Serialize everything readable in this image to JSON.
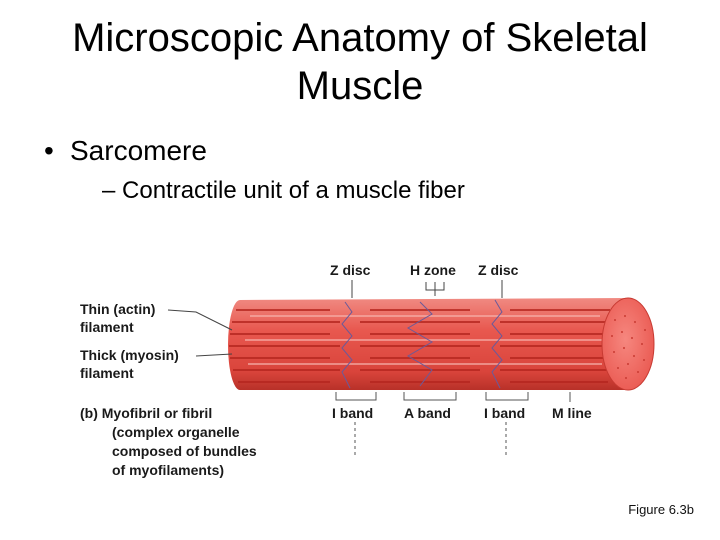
{
  "slide": {
    "title_line1": "Microscopic Anatomy of Skeletal",
    "title_line2": "Muscle",
    "bullet_marker": "•",
    "bullet": "Sarcomere",
    "sub_bullet": "– Contractile unit of a muscle fiber",
    "figure_ref": "Figure 6.3b"
  },
  "diagram": {
    "top_labels": {
      "z_disc_left": "Z disc",
      "h_zone": "H zone",
      "z_disc_right": "Z disc"
    },
    "left_labels": {
      "thin_line1": "Thin (actin)",
      "thin_line2": "filament",
      "thick_line1": "Thick (myosin)",
      "thick_line2": "filament"
    },
    "bottom_labels": {
      "i_band_left": "I band",
      "a_band": "A band",
      "i_band_right": "I band",
      "m_line": "M line"
    },
    "caption": {
      "line1_bold": "(b) Myofibril or fibril",
      "line2": "(complex organelle",
      "line3": "composed of bundles",
      "line4": "of myofilaments)"
    },
    "colors": {
      "fiber": "#e8584f",
      "fiber_dark": "#c73a32",
      "fiber_light": "#f4a29b",
      "end_cap": "#f26d66",
      "line": "#6a5a9a"
    }
  }
}
